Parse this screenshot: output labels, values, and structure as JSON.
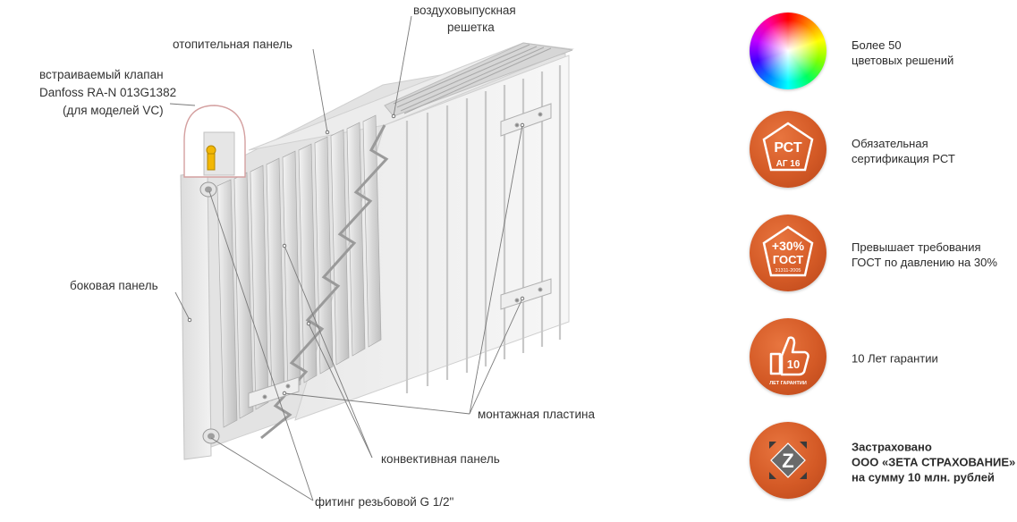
{
  "diagram": {
    "labels": {
      "air_grille_line1": "воздуховыпускная",
      "air_grille_line2": "решетка",
      "heating_panel": "отопительная панель",
      "valve_line1": "встраиваемый клапан",
      "valve_line2": "Danfoss RA-N 013G1382",
      "valve_line3": "(для моделей VC)",
      "side_panel": "боковая панель",
      "mounting_plate": "монтажная пластина",
      "convector_panel": "конвективная панель",
      "fitting": "фитинг резьбовой G 1/2\""
    }
  },
  "features": [
    {
      "icon": "color-wheel-icon",
      "lines": [
        "Более 50",
        "цветовых решений"
      ]
    },
    {
      "icon": "rst-certification-icon",
      "badge_text": [
        "РСТ",
        "АГ 16"
      ],
      "lines": [
        "Обязательная",
        "сертификация РСТ"
      ]
    },
    {
      "icon": "gost-30-icon",
      "badge_text": [
        "+30%",
        "ГОСТ",
        "31311-2005"
      ],
      "lines": [
        "Превышает требования",
        "ГОСТ по давлению на 30%"
      ]
    },
    {
      "icon": "warranty-thumb-icon",
      "badge_text": [
        "10",
        "ЛЕТ ГАРАНТИИ"
      ],
      "lines": [
        "10 Лет гарантии"
      ]
    },
    {
      "icon": "zeta-insurance-icon",
      "badge_text": [
        "Z"
      ],
      "lines": [
        "Застраховано",
        "ООО «ЗЕТА СТРАХОВАНИЕ»",
        "на сумму 10 млн. рублей"
      ]
    }
  ],
  "colors": {
    "badge_orange": "#d45a26",
    "text": "#2b2b2b",
    "valve_yellow": "#f2b705"
  }
}
